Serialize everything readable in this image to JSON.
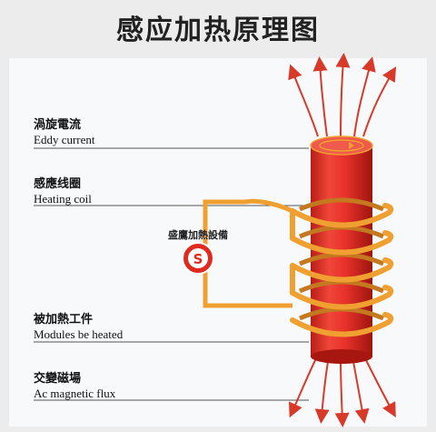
{
  "title": "感应加热原理图",
  "labels": [
    {
      "zh": "渦旋電流",
      "en": "Eddy current"
    },
    {
      "zh": "感應线圈",
      "en": "Heating coil"
    },
    {
      "zh": "被加熱工件",
      "en": "Modules be heated"
    },
    {
      "zh": "交變磁場",
      "en": "Ac magnetic flux"
    }
  ],
  "logo_text": "盛鷹加熱設備",
  "logo_glyph": "S",
  "colors": {
    "cylinder": "#e8322a",
    "coil": "#f0a030",
    "arrows": "#d83a2a",
    "leader_lines": "#555555"
  }
}
